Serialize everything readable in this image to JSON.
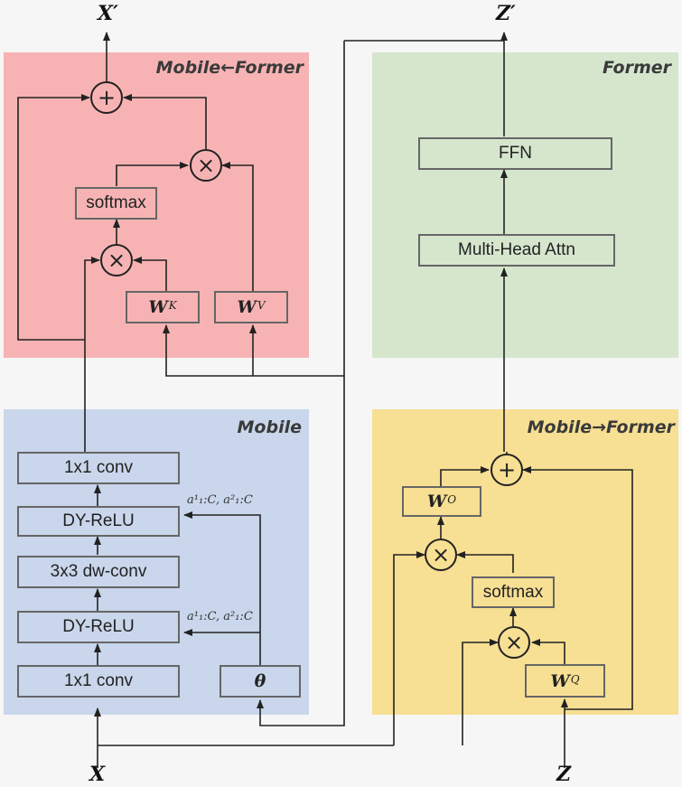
{
  "panels": {
    "mobile_former": {
      "title": "Mobile←Former",
      "color": "#f7b3b3"
    },
    "former": {
      "title": "Former",
      "color": "#d5e6cd"
    },
    "mobile": {
      "title": "Mobile",
      "color": "#c9d6eb"
    },
    "mobile_to_former": {
      "title": "Mobile→Former",
      "color": "#f7df93"
    }
  },
  "io": {
    "x_out": "X′",
    "z_out": "Z′",
    "x_in": "X",
    "z_in": "Z"
  },
  "mobile_former": {
    "softmax": "softmax",
    "wk": "W",
    "wk_sup": "K",
    "wv": "W",
    "wv_sup": "V",
    "add_op": "+",
    "mul_op_top": "×",
    "mul_op_bottom": "×"
  },
  "former": {
    "ffn": "FFN",
    "mha": "Multi-Head Attn"
  },
  "mobile": {
    "conv_top": "1x1 conv",
    "dyrelu_top": "DY-ReLU",
    "dwconv": "3x3 dw-conv",
    "dyrelu_bottom": "DY-ReLU",
    "conv_bottom": "1x1 conv",
    "theta": "θ",
    "a_label_top": "a¹₁:C, a²₁:C",
    "a_label_bottom": "a¹₁:C, a²₁:C"
  },
  "mobile_to_former": {
    "wo": "W",
    "wo_sup": "O",
    "softmax": "softmax",
    "wq": "W",
    "wq_sup": "Q",
    "add_op": "+",
    "mul_op_top": "×",
    "mul_op_bottom": "×"
  },
  "colors": {
    "line": "#222222",
    "box_border": "#666666"
  }
}
